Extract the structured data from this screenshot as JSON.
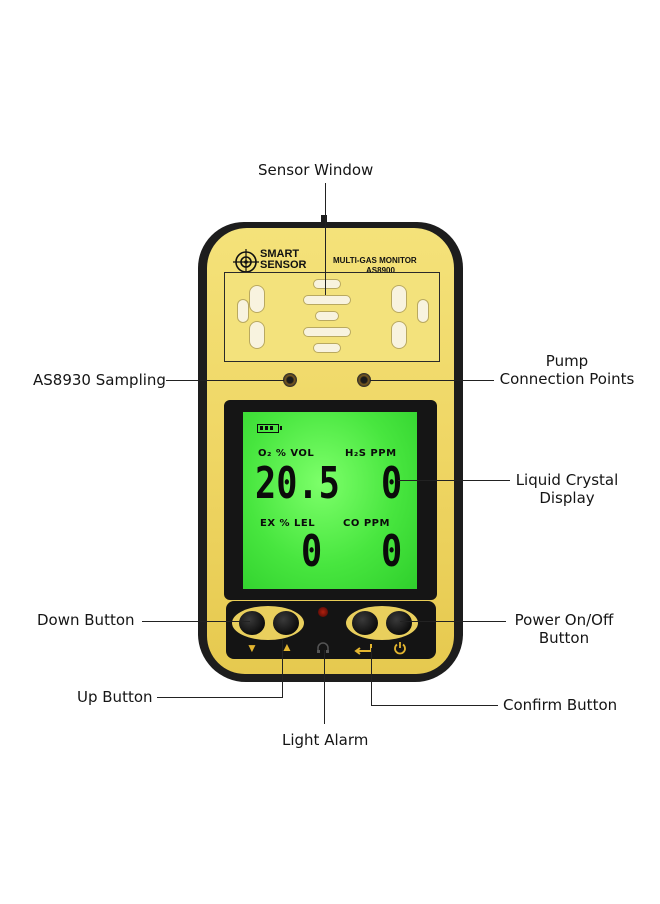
{
  "callouts": {
    "sensor_window": "Sensor Window",
    "as8930_sampling": "AS8930 Sampling",
    "pump_line1": "Pump",
    "pump_line2": "Connection Points",
    "lcd_line1": "Liquid Crystal",
    "lcd_line2": "Display",
    "down_button": "Down Button",
    "power_line1": "Power On/Off",
    "power_line2": "Button",
    "up_button": "Up Button",
    "confirm_button": "Confirm Button",
    "light_alarm": "Light Alarm"
  },
  "device": {
    "brand_line1": "SMART",
    "brand_line2": "SENSOR",
    "model_title": "MULTI-GAS MONITOR",
    "model_number": "AS8900"
  },
  "lcd": {
    "o2_label": "O₂ % VOL",
    "o2_value": "20.5",
    "h2s_label": "H₂S PPM",
    "h2s_value": "0",
    "ex_label": "EX % LEL",
    "ex_value": "0",
    "co_label": "CO PPM",
    "co_value": "0"
  },
  "icons": {
    "down": "down-arrow-icon",
    "up": "up-arrow-icon",
    "alarm": "headphone-icon",
    "confirm": "enter-icon",
    "power": "power-icon"
  },
  "colors": {
    "body": "#1d1d1d",
    "face": "#efd664",
    "lcd": "#48e63f",
    "button_glyph": "#e3b52f"
  }
}
